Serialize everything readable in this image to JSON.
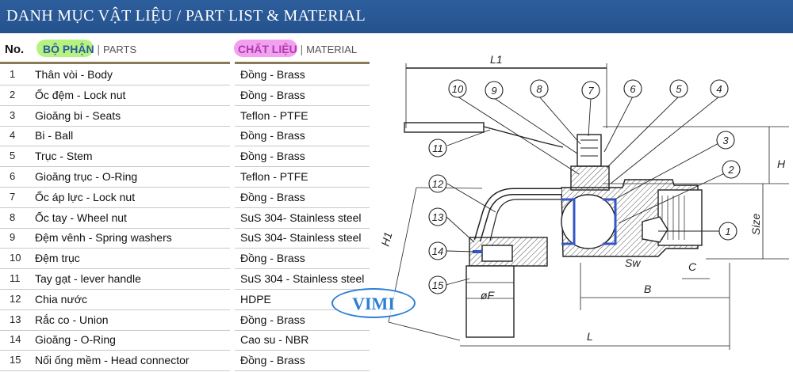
{
  "header": {
    "title": "DANH MỤC VẬT LIỆU /  PART LIST & MATERIAL"
  },
  "table": {
    "col_no": "No.",
    "col_parts_vi": "BỘ PHẬN",
    "col_parts_sep": "|",
    "col_parts_en": "PARTS",
    "col_material_vi": "CHẤT LIỆU",
    "col_material_sep": "|",
    "col_material_en": "MATERIAL",
    "rows": [
      {
        "no": "1",
        "part": "Thân vòi - Body",
        "material": "Đồng - Brass"
      },
      {
        "no": "2",
        "part": "Ốc đệm - Lock nut",
        "material": "Đồng - Brass"
      },
      {
        "no": "3",
        "part": "Gioăng bi - Seats",
        "material": "Teflon - PTFE"
      },
      {
        "no": "4",
        "part": "Bi - Ball",
        "material": "Đồng - Brass"
      },
      {
        "no": "5",
        "part": "Trục - Stem",
        "material": "Đồng - Brass"
      },
      {
        "no": "6",
        "part": "Gioăng trục - O-Ring",
        "material": "Teflon - PTFE"
      },
      {
        "no": "7",
        "part": "Ốc áp lực - Lock nut",
        "material": "Đồng - Brass"
      },
      {
        "no": "8",
        "part": "Ốc tay - Wheel nut",
        "material": "SuS 304- Stainless steel"
      },
      {
        "no": "9",
        "part": "Đệm vênh - Spring washers",
        "material": "SuS 304- Stainless steel"
      },
      {
        "no": "10",
        "part": "Đệm trục",
        "material": "Đồng - Brass"
      },
      {
        "no": "11",
        "part": "Tay gạt - lever handle",
        "material": "SuS 304 - Stainless steel"
      },
      {
        "no": "12",
        "part": "Chia nước",
        "material": "HDPE"
      },
      {
        "no": "13",
        "part": "Rắc co - Union",
        "material": "Đồng - Brass"
      },
      {
        "no": "14",
        "part": "Gioăng - O-Ring",
        "material": "Cao su - NBR"
      },
      {
        "no": "15",
        "part": "Nối ống mềm - Head connector",
        "material": "Đồng - Brass"
      }
    ]
  },
  "diagram": {
    "callouts": [
      "1",
      "2",
      "3",
      "4",
      "5",
      "6",
      "7",
      "8",
      "9",
      "10",
      "11",
      "12",
      "13",
      "14",
      "15"
    ],
    "dimensions": {
      "L1": "L1",
      "H": "H",
      "H1": "H1",
      "Size": "Size",
      "Sw": "Sw",
      "C": "C",
      "B": "B",
      "L": "L",
      "F": "øF"
    },
    "colors": {
      "line": "#222222",
      "hatch": "#555555",
      "seal_blue": "#3556c8"
    }
  },
  "logo": {
    "text": "VIMI"
  }
}
